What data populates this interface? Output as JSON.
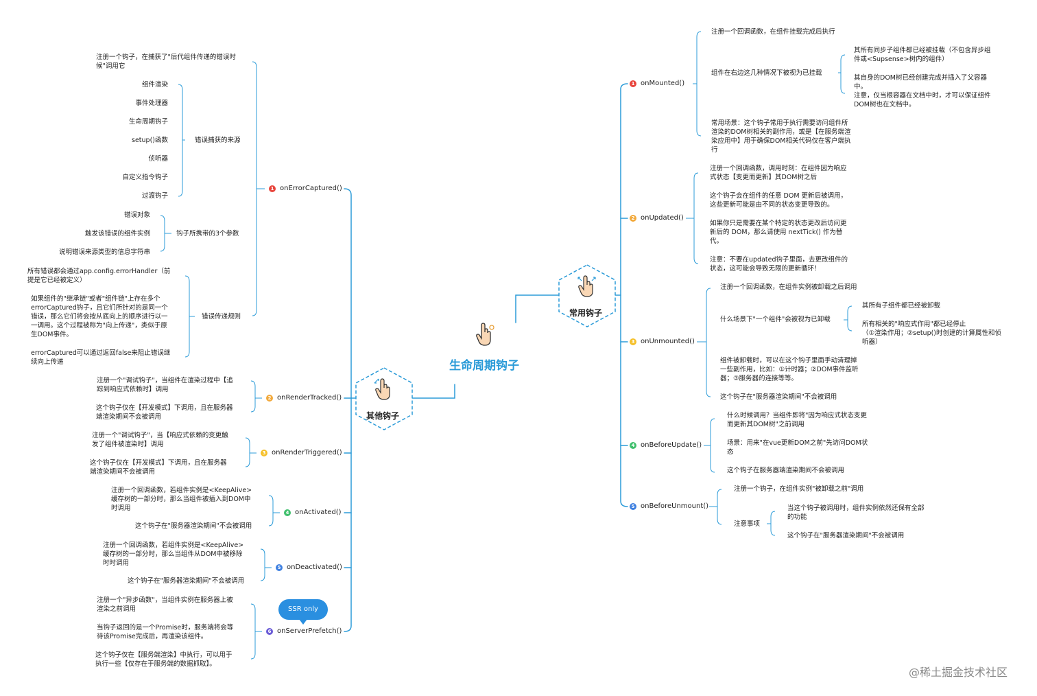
{
  "colors": {
    "line": "#2b9bd8",
    "num1": "#e8453c",
    "num2": "#f2a93b",
    "num3": "#f5c02a",
    "num4": "#3fbf6c",
    "num5": "#3d7fe0",
    "num6": "#6a5bd6",
    "badge": "#2a8fe0"
  },
  "center": {
    "title": "生命周期钩子",
    "icon": "tap-hand-icon"
  },
  "common": {
    "label": "常用钩子",
    "mounted": {
      "name": "onMounted()",
      "n1": "注册一个回调函数，在组件挂载完成后执行",
      "n2": "组件在右边这几种情况下被视为已挂载",
      "n2a": "其所有同步子组件都已经被挂载（不包含异步组\n件或<Supsense>树内的组件）",
      "n2b": "其自身的DOM树已经创建完成并插入了父容器\n中。\n注意，仅当根容器在文档中时，才可以保证组件\nDOM树也在文档中。",
      "n3": "常用场景：这个钩子常用于执行需要访问组件所\n渲染的DOM树相关的副作用，或是【在服务端渲\n染应用中】用于确保DOM相关代码仅在客户端执\n行"
    },
    "updated": {
      "name": "onUpdated()",
      "n1": "注册一个回调函数，调用时刻：在组件因为响应\n式状态【变更而更新】其DOM树之后",
      "n2": "这个钩子会在组件的任意 DOM 更新后被调用，\n这些更新可能是由不同的状态变更导致的。",
      "n3": "如果你只是需要在某个特定的状态更改后访问更\n新后的 DOM，那么请使用 nextTick() 作为替\n代。",
      "n4": "注意：不要在updated钩子里面，去更改组件的\n状态，这可能会导致无限的更新循环！"
    },
    "unmounted": {
      "name": "onUnmounted()",
      "n1": "注册一个回调函数，在组件实例被卸载之后调用",
      "n2": "什么场景下\"一个组件\"会被视为已卸载",
      "n2a": "其所有子组件都已经被卸载",
      "n2b": "所有相关的\"响应式作用\"都已经停止\n（①渲染作用；②setup()时创建的计算属性和侦\n听器）",
      "n3": "组件被卸载时，可以在这个钩子里面手动清理掉\n一些副作用，比如：①计时器；②DOM事件监听\n器；③服务器的连接等等。",
      "n4": "这个钩子在\"服务器渲染期间\"不会被调用"
    },
    "beforeUpdate": {
      "name": "onBeforeUpdate()",
      "n1": "什么时候调用？当组件即将\"因为响应式状态变更\n而更新其DOM树\"之前调用",
      "n2": "场景：用来\"在vue更新DOM之前\"先访问DOM状\n态",
      "n3": "这个钩子在服务器端渲染期间不会被调用"
    },
    "beforeUnmount": {
      "name": "onBeforeUnmount()",
      "n1": "注册一个钩子，在组件实例\"被卸载之前\"调用",
      "n2": "注意事项",
      "n2a": "当这个钩子被调用时，组件实例依然还保有全部\n的功能",
      "n2b": "这个钩子在\"服务器渲染期间\"不会被调用"
    }
  },
  "other": {
    "label": "其他钩子",
    "errorCaptured": {
      "name": "onErrorCaptured()",
      "n1": "注册一个钩子，在捕获了\"后代组件传递的错误时\n候\"调用它",
      "sources": "错误捕获的来源",
      "s1": "组件渲染",
      "s2": "事件处理器",
      "s3": "生命周期钩子",
      "s4": "setup()函数",
      "s5": "侦听器",
      "s6": "自定义指令钩子",
      "s7": "过渡钩子",
      "params": "钩子所携带的3个参数",
      "p1": "错误对象",
      "p2": "触发该错误的组件实例",
      "p3": "说明错误来源类型的信息字符串",
      "rules": "错误传递规则",
      "r1": "所有错误都会通过app.config.errorHandler（前\n提是它已经被定义）",
      "r2": "如果组件的\"继承链\"或者\"组件链\"上存在多个\nerrorCaptured钩子，且它们所针对的是同一个\n错误，那么它们将会按从底向上的顺序进行以一\n一调用。这个过程被称为\"向上传递\"，类似于原\n生DOM事件。",
      "r3": "errorCaptured可以通过返回false来阻止错误继\n续向上传递"
    },
    "renderTracked": {
      "name": "onRenderTracked()",
      "n1": "注册一个\"调试钩子\"，当组件在渲染过程中【追\n踪到响应式依赖时】调用",
      "n2": "这个钩子仅在【开发模式】下调用，且在服务器\n端渲染期间不会被调用"
    },
    "renderTriggered": {
      "name": "onRenderTriggered()",
      "n1": "注册一个\"调试钩子\"，当【响应式依赖的变更触\n发了组件被渲染时】调用",
      "n2": "这个钩子仅在【开发模式】下调用，且在服务器\n端渲染期间不会被调用"
    },
    "activated": {
      "name": "onActivated()",
      "n1": "注册一个回调函数，若组件实例是<KeepAlive>\n缓存树的一部分时，那么当组件被插入到DOM中\n时调用",
      "n2": "这个钩子在\"服务器渲染期间\"不会被调用"
    },
    "deactivated": {
      "name": "onDeactivated()",
      "n1": "注册一个回调函数，若组件实例是<KeepAlive>\n缓存树的一部分时，那么当组件从DOM中被移除\n时时调用",
      "n2": "这个钩子在\"服务器渲染期间\"不会被调用"
    },
    "serverPrefetch": {
      "name": "onServerPrefetch()",
      "badge": "SSR only",
      "n1": "注册一个\"异步函数\"，当组件实例在服务器上被\n渲染之前调用",
      "n2": "当钩子返回的是一个Promise时，服务端将会等\n待该Promise完成后，再渲染该组件。",
      "n3": "这个钩子仅在【服务端渲染】中执行，可以用于\n执行一些【仅存在于服务端的数据抓取】。"
    }
  },
  "watermark": "@稀土掘金技术社区"
}
